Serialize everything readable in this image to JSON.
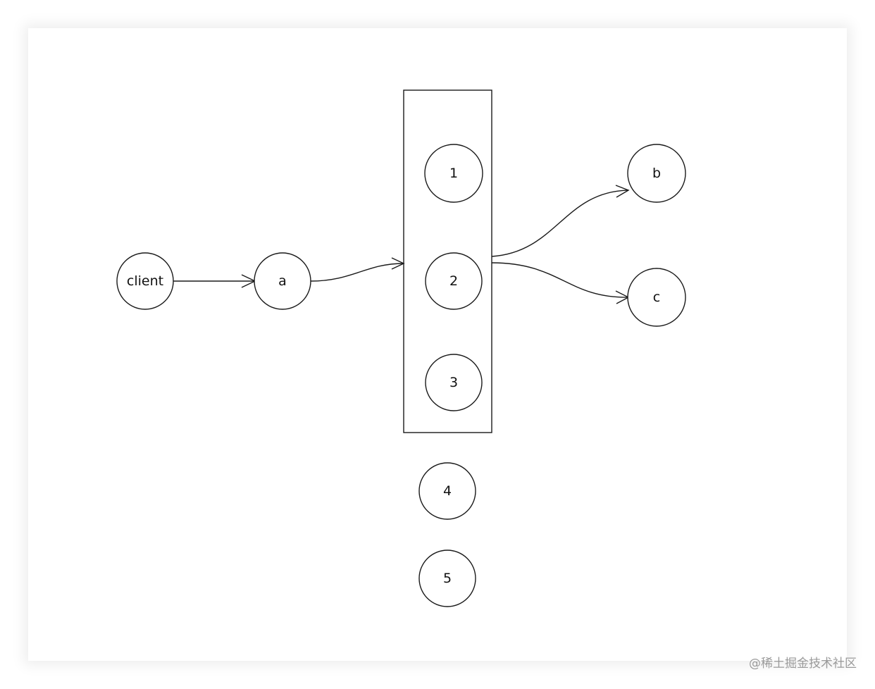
{
  "diagram": {
    "nodes": [
      {
        "id": "client",
        "label": "client"
      },
      {
        "id": "a",
        "label": "a"
      },
      {
        "id": "n1",
        "label": "1"
      },
      {
        "id": "n2",
        "label": "2"
      },
      {
        "id": "n3",
        "label": "3"
      },
      {
        "id": "n4",
        "label": "4"
      },
      {
        "id": "n5",
        "label": "5"
      },
      {
        "id": "b",
        "label": "b"
      },
      {
        "id": "c",
        "label": "c"
      }
    ],
    "groups": [
      {
        "id": "group-1-2-3",
        "members": [
          "n1",
          "n2",
          "n3"
        ]
      }
    ],
    "edges": [
      {
        "from": "client",
        "to": "a"
      },
      {
        "from": "a",
        "to": "group-1-2-3"
      },
      {
        "from": "group-1-2-3",
        "to": "b"
      },
      {
        "from": "group-1-2-3",
        "to": "c"
      }
    ]
  },
  "watermark": "@稀土掘金技术社区",
  "colors": {
    "stroke": "#1a1a1a",
    "background": "#ffffff",
    "watermark": "#9a9a9a"
  }
}
